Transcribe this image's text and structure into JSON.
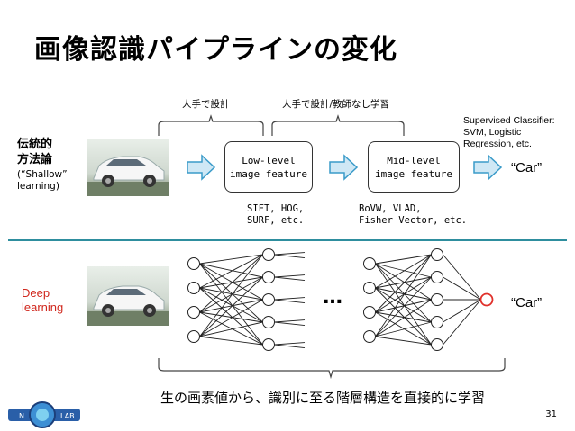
{
  "slide": {
    "title": "画像認識パイプラインの変化",
    "page_number": "31"
  },
  "traditional": {
    "label_line1": "伝統的",
    "label_line2": "方法論",
    "label_sub1": "(“Shallow”",
    "label_sub2": "learning)",
    "brace_left_label": "人手で設計",
    "brace_right_label": "人手で設計/教師なし学習",
    "box1_line1": "Low-level",
    "box1_line2": "image feature",
    "box2_line1": "Mid-level",
    "box2_line2": "image feature",
    "box1_examples_line1": "SIFT, HOG,",
    "box1_examples_line2": "SURF, etc.",
    "box2_examples_line1": "BoVW, VLAD,",
    "box2_examples_line2": "Fisher Vector, etc.",
    "classifier_line1": "Supervised Classifier:",
    "classifier_line2": "SVM, Logistic",
    "classifier_line3": "Regression, etc.",
    "output": "“Car”"
  },
  "deep": {
    "label_line1": "Deep",
    "label_line2": "learning",
    "ellipsis": "…",
    "output": "“Car”",
    "caption": "生の画素値から、識別に至る階層構造を直接的に学習"
  },
  "logo": {
    "text_left": "N",
    "text_right": "LAB"
  },
  "colors": {
    "title_text": "#000000",
    "arrow_fill": "#cfe8f5",
    "arrow_stroke": "#3a9bc9",
    "divider": "#2e8e9e",
    "deep_label": "#d0271d",
    "output_node": "#e0302a"
  }
}
